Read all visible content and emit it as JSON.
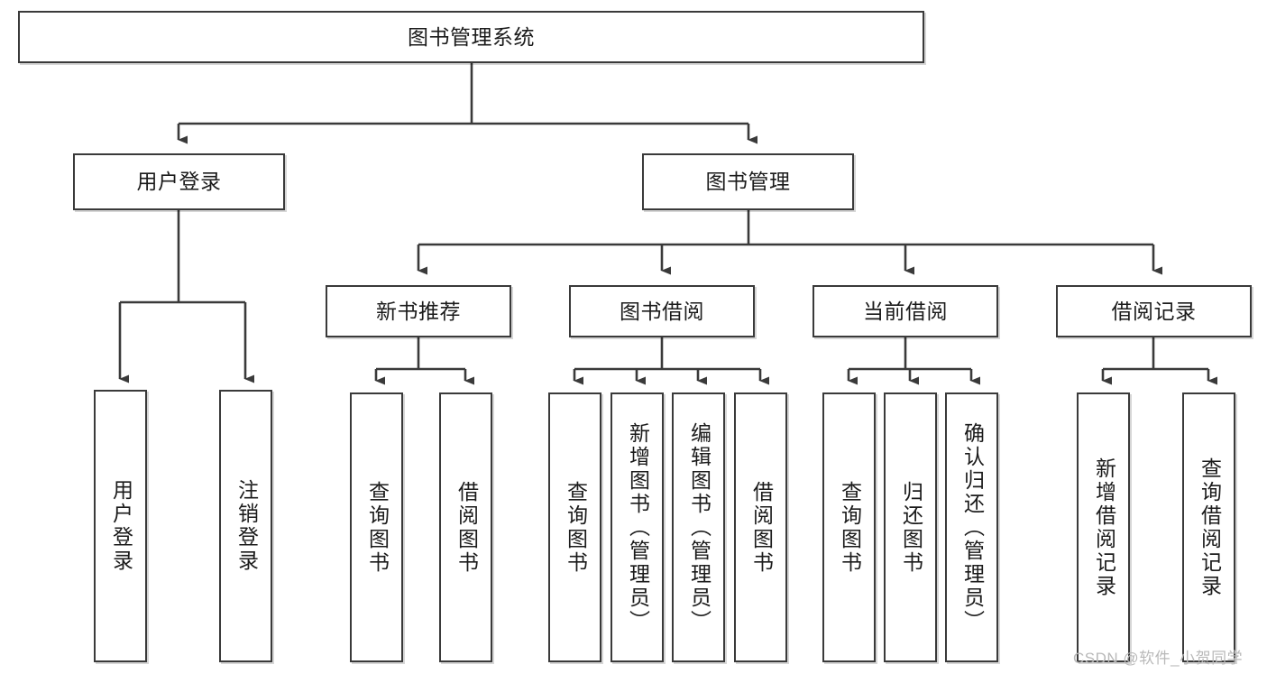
{
  "diagram": {
    "type": "tree-hierarchy",
    "title": "图书管理系统",
    "watermark": "CSDN @软件_小贺同学",
    "colors": {
      "box_border": "#3a3a3a",
      "box_fill": "#ffffff",
      "edge": "#3a3a3a",
      "text": "#1b1b1b",
      "watermark": "#b9b9b9"
    },
    "nodes": {
      "root": {
        "label": "图书管理系统",
        "level": 1,
        "orientation": "horizontal"
      },
      "user_login": {
        "label": "用户登录",
        "level": 2,
        "orientation": "horizontal"
      },
      "book_manage": {
        "label": "图书管理",
        "level": 2,
        "orientation": "horizontal"
      },
      "new_book_rec": {
        "label": "新书推荐",
        "level": 3,
        "orientation": "horizontal"
      },
      "book_borrow": {
        "label": "图书借阅",
        "level": 3,
        "orientation": "horizontal"
      },
      "current_borrow": {
        "label": "当前借阅",
        "level": 3,
        "orientation": "horizontal"
      },
      "borrow_record": {
        "label": "借阅记录",
        "level": 3,
        "orientation": "horizontal"
      },
      "leaf_user_login": {
        "label": "用户登录",
        "level": 4,
        "orientation": "vertical"
      },
      "leaf_logout": {
        "label": "注销登录",
        "level": 4,
        "orientation": "vertical"
      },
      "leaf_query_book_1": {
        "label": "查询图书",
        "level": 4,
        "orientation": "vertical"
      },
      "leaf_borrow_book_1": {
        "label": "借阅图书",
        "level": 4,
        "orientation": "vertical"
      },
      "leaf_query_book_2": {
        "label": "查询图书",
        "level": 4,
        "orientation": "vertical"
      },
      "leaf_add_book": {
        "label": "新增图书（管理员）",
        "level": 4,
        "orientation": "vertical"
      },
      "leaf_edit_book": {
        "label": "编辑图书（管理员）",
        "level": 4,
        "orientation": "vertical"
      },
      "leaf_borrow_book_2": {
        "label": "借阅图书",
        "level": 4,
        "orientation": "vertical"
      },
      "leaf_query_book_3": {
        "label": "查询图书",
        "level": 4,
        "orientation": "vertical"
      },
      "leaf_return_book": {
        "label": "归还图书",
        "level": 4,
        "orientation": "vertical"
      },
      "leaf_confirm_return": {
        "label": "确认归还（管理员）",
        "level": 4,
        "orientation": "vertical"
      },
      "leaf_add_record": {
        "label": "新增借阅记录",
        "level": 4,
        "orientation": "vertical"
      },
      "leaf_query_record": {
        "label": "查询借阅记录",
        "level": 4,
        "orientation": "vertical"
      }
    },
    "edges": [
      {
        "from": "root",
        "to": "user_login"
      },
      {
        "from": "root",
        "to": "book_manage"
      },
      {
        "from": "user_login",
        "to": "leaf_user_login"
      },
      {
        "from": "user_login",
        "to": "leaf_logout"
      },
      {
        "from": "book_manage",
        "to": "new_book_rec"
      },
      {
        "from": "book_manage",
        "to": "book_borrow"
      },
      {
        "from": "book_manage",
        "to": "current_borrow"
      },
      {
        "from": "book_manage",
        "to": "borrow_record"
      },
      {
        "from": "new_book_rec",
        "to": "leaf_query_book_1"
      },
      {
        "from": "new_book_rec",
        "to": "leaf_borrow_book_1"
      },
      {
        "from": "book_borrow",
        "to": "leaf_query_book_2"
      },
      {
        "from": "book_borrow",
        "to": "leaf_add_book"
      },
      {
        "from": "book_borrow",
        "to": "leaf_edit_book"
      },
      {
        "from": "book_borrow",
        "to": "leaf_borrow_book_2"
      },
      {
        "from": "current_borrow",
        "to": "leaf_query_book_3"
      },
      {
        "from": "current_borrow",
        "to": "leaf_return_book"
      },
      {
        "from": "current_borrow",
        "to": "leaf_confirm_return"
      },
      {
        "from": "borrow_record",
        "to": "leaf_add_record"
      },
      {
        "from": "borrow_record",
        "to": "leaf_query_record"
      }
    ]
  }
}
